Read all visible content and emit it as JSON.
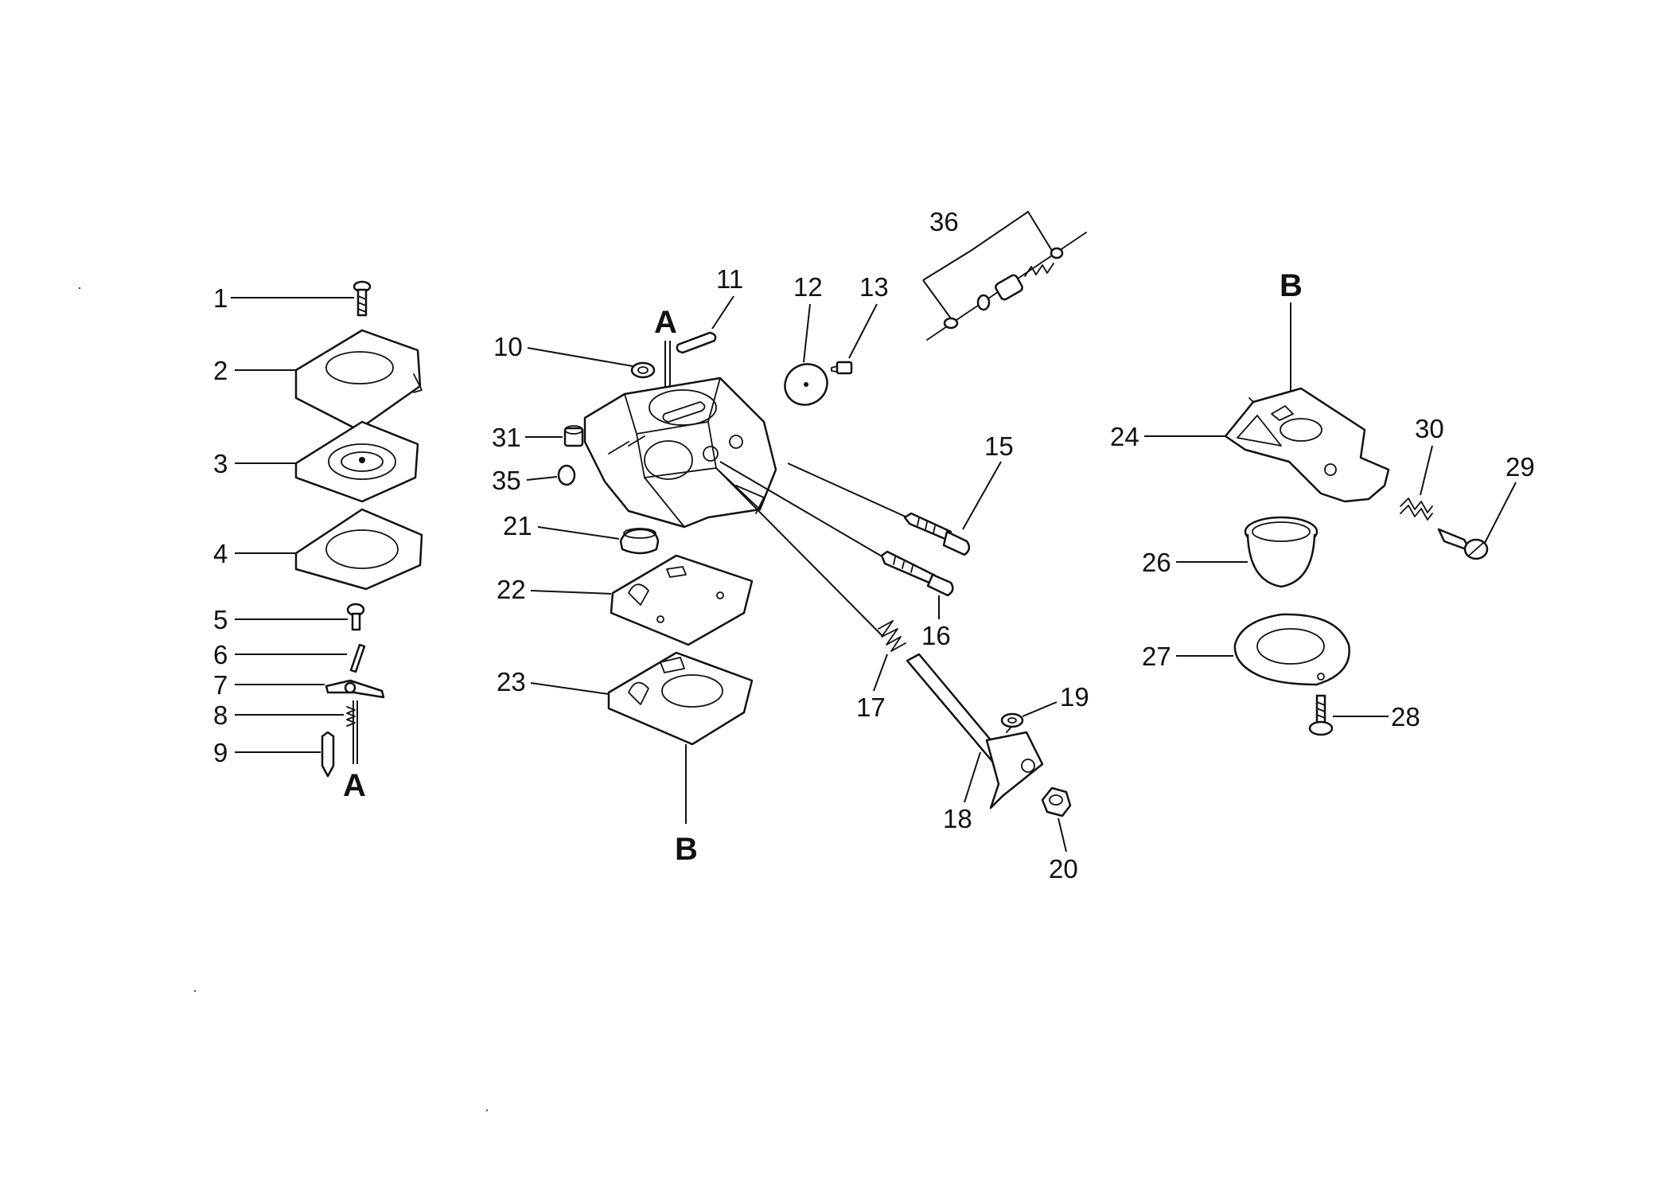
{
  "part_labels": {
    "p1": "1",
    "p2": "2",
    "p3": "3",
    "p4": "4",
    "p5": "5",
    "p6": "6",
    "p7": "7",
    "p8": "8",
    "p9": "9",
    "p10": "10",
    "p11": "11",
    "p12": "12",
    "p13": "13",
    "p15": "15",
    "p16": "16",
    "p17": "17",
    "p18": "18",
    "p19": "19",
    "p20": "20",
    "p21": "21",
    "p22": "22",
    "p23": "23",
    "p24": "24",
    "p26": "26",
    "p27": "27",
    "p28": "28",
    "p29": "29",
    "p30": "30",
    "p31": "31",
    "p35": "35",
    "p36": "36"
  },
  "reference_marks": {
    "a_top": "A",
    "a_bottom": "A",
    "b_bottom": "B",
    "b_top": "B"
  }
}
